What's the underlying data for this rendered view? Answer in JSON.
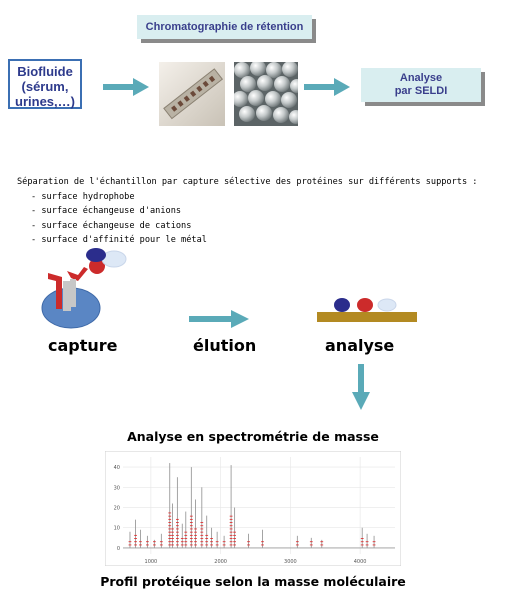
{
  "workflow": {
    "title": "Chromatographie de rétention",
    "source_lines": [
      "Biofluide",
      "(sérum,",
      "urines,…)"
    ],
    "destination_lines": [
      "Analyse",
      "par SELDI"
    ]
  },
  "separation": {
    "intro": "Séparation de l'échantillon par capture sélective des protéines sur différents supports :",
    "items": [
      "surface hydrophobe",
      "surface échangeuse d'anions",
      "surface échangeuse de cations",
      "surface d'affinité pour le métal"
    ]
  },
  "steps": {
    "capture": "capture",
    "elution": "élution",
    "analyse": "analyse"
  },
  "spectrum": {
    "title": "Analyse en spectrométrie de masse",
    "caption": "Profil protéique selon la masse moléculaire"
  },
  "chart_data": {
    "type": "line",
    "x_ticks": [
      1000,
      2000,
      3000,
      4000
    ],
    "y_ticks": [
      0,
      10,
      20,
      30,
      40
    ],
    "xlim": [
      600,
      4500
    ],
    "ylim": [
      -3,
      45
    ],
    "grid": true,
    "peaks": [
      {
        "x": 700,
        "y": 8
      },
      {
        "x": 780,
        "y": 14
      },
      {
        "x": 850,
        "y": 9
      },
      {
        "x": 950,
        "y": 6
      },
      {
        "x": 1050,
        "y": 4
      },
      {
        "x": 1150,
        "y": 7
      },
      {
        "x": 1270,
        "y": 42
      },
      {
        "x": 1310,
        "y": 22
      },
      {
        "x": 1380,
        "y": 35
      },
      {
        "x": 1450,
        "y": 12
      },
      {
        "x": 1500,
        "y": 18
      },
      {
        "x": 1580,
        "y": 40
      },
      {
        "x": 1640,
        "y": 24
      },
      {
        "x": 1730,
        "y": 30
      },
      {
        "x": 1800,
        "y": 16
      },
      {
        "x": 1870,
        "y": 10
      },
      {
        "x": 1950,
        "y": 8
      },
      {
        "x": 2050,
        "y": 6
      },
      {
        "x": 2150,
        "y": 41
      },
      {
        "x": 2200,
        "y": 20
      },
      {
        "x": 2400,
        "y": 7
      },
      {
        "x": 2600,
        "y": 9
      },
      {
        "x": 3100,
        "y": 6
      },
      {
        "x": 3300,
        "y": 5
      },
      {
        "x": 3450,
        "y": 4
      },
      {
        "x": 4030,
        "y": 10
      },
      {
        "x": 4100,
        "y": 7
      },
      {
        "x": 4200,
        "y": 6
      }
    ]
  },
  "colors": {
    "arrow": "#5aaab8",
    "box_fill": "#d9eef0",
    "box_text": "#3a3f8c",
    "peak_label": "#e02020",
    "spectrum_line": "#9a9a9a"
  }
}
